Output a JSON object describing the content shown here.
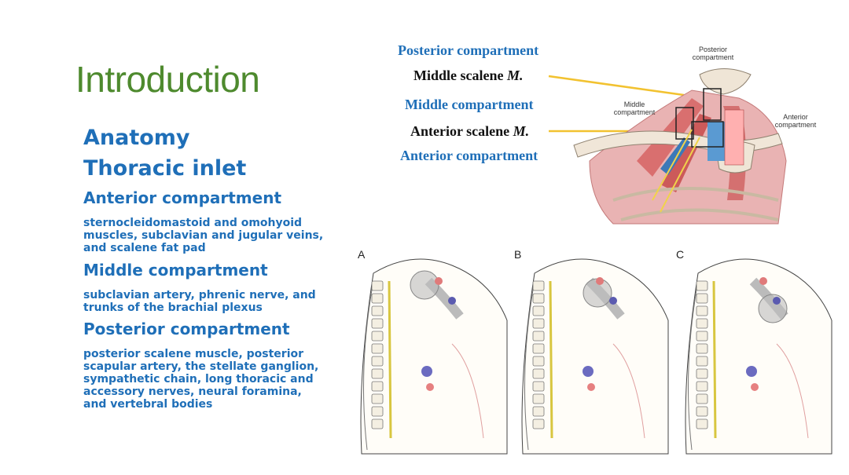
{
  "title": "Introduction",
  "left": {
    "heading1": "Anatomy",
    "heading2": "Thoracic inlet",
    "sections": [
      {
        "heading": "Anterior compartment",
        "text": "sternocleidomastoid and omohyoid muscles, subclavian and jugular veins, and scalene fat pad"
      },
      {
        "heading": "Middle compartment",
        "text": "subclavian artery, phrenic nerve, and trunks of the brachial plexus"
      },
      {
        "heading": "Posterior compartment",
        "text": "posterior scalene muscle, posterior scapular artery, the stellate ganglion, sympathetic chain, long thoracic and accessory nerves, neural foramina, and vertebral bodies"
      }
    ]
  },
  "figure_labels": {
    "posterior": "Posterior compartment",
    "middle_scalene": "Middle  scalene ",
    "middle_scalene_m": "M.",
    "middle": "Middle compartment",
    "anterior_scalene": "Anterior scalene ",
    "anterior_scalene_m": "M.",
    "anterior": "Anterior compartment"
  },
  "illustration_labels": {
    "posterior": "Posterior compartment",
    "middle": "Middle compartment",
    "anterior": "Anterior compartment"
  },
  "panels": [
    "A",
    "B",
    "C"
  ],
  "colors": {
    "title_green": "#4e8a2e",
    "text_blue": "#1f6fb8",
    "leader_yellow": "#f2c230"
  }
}
